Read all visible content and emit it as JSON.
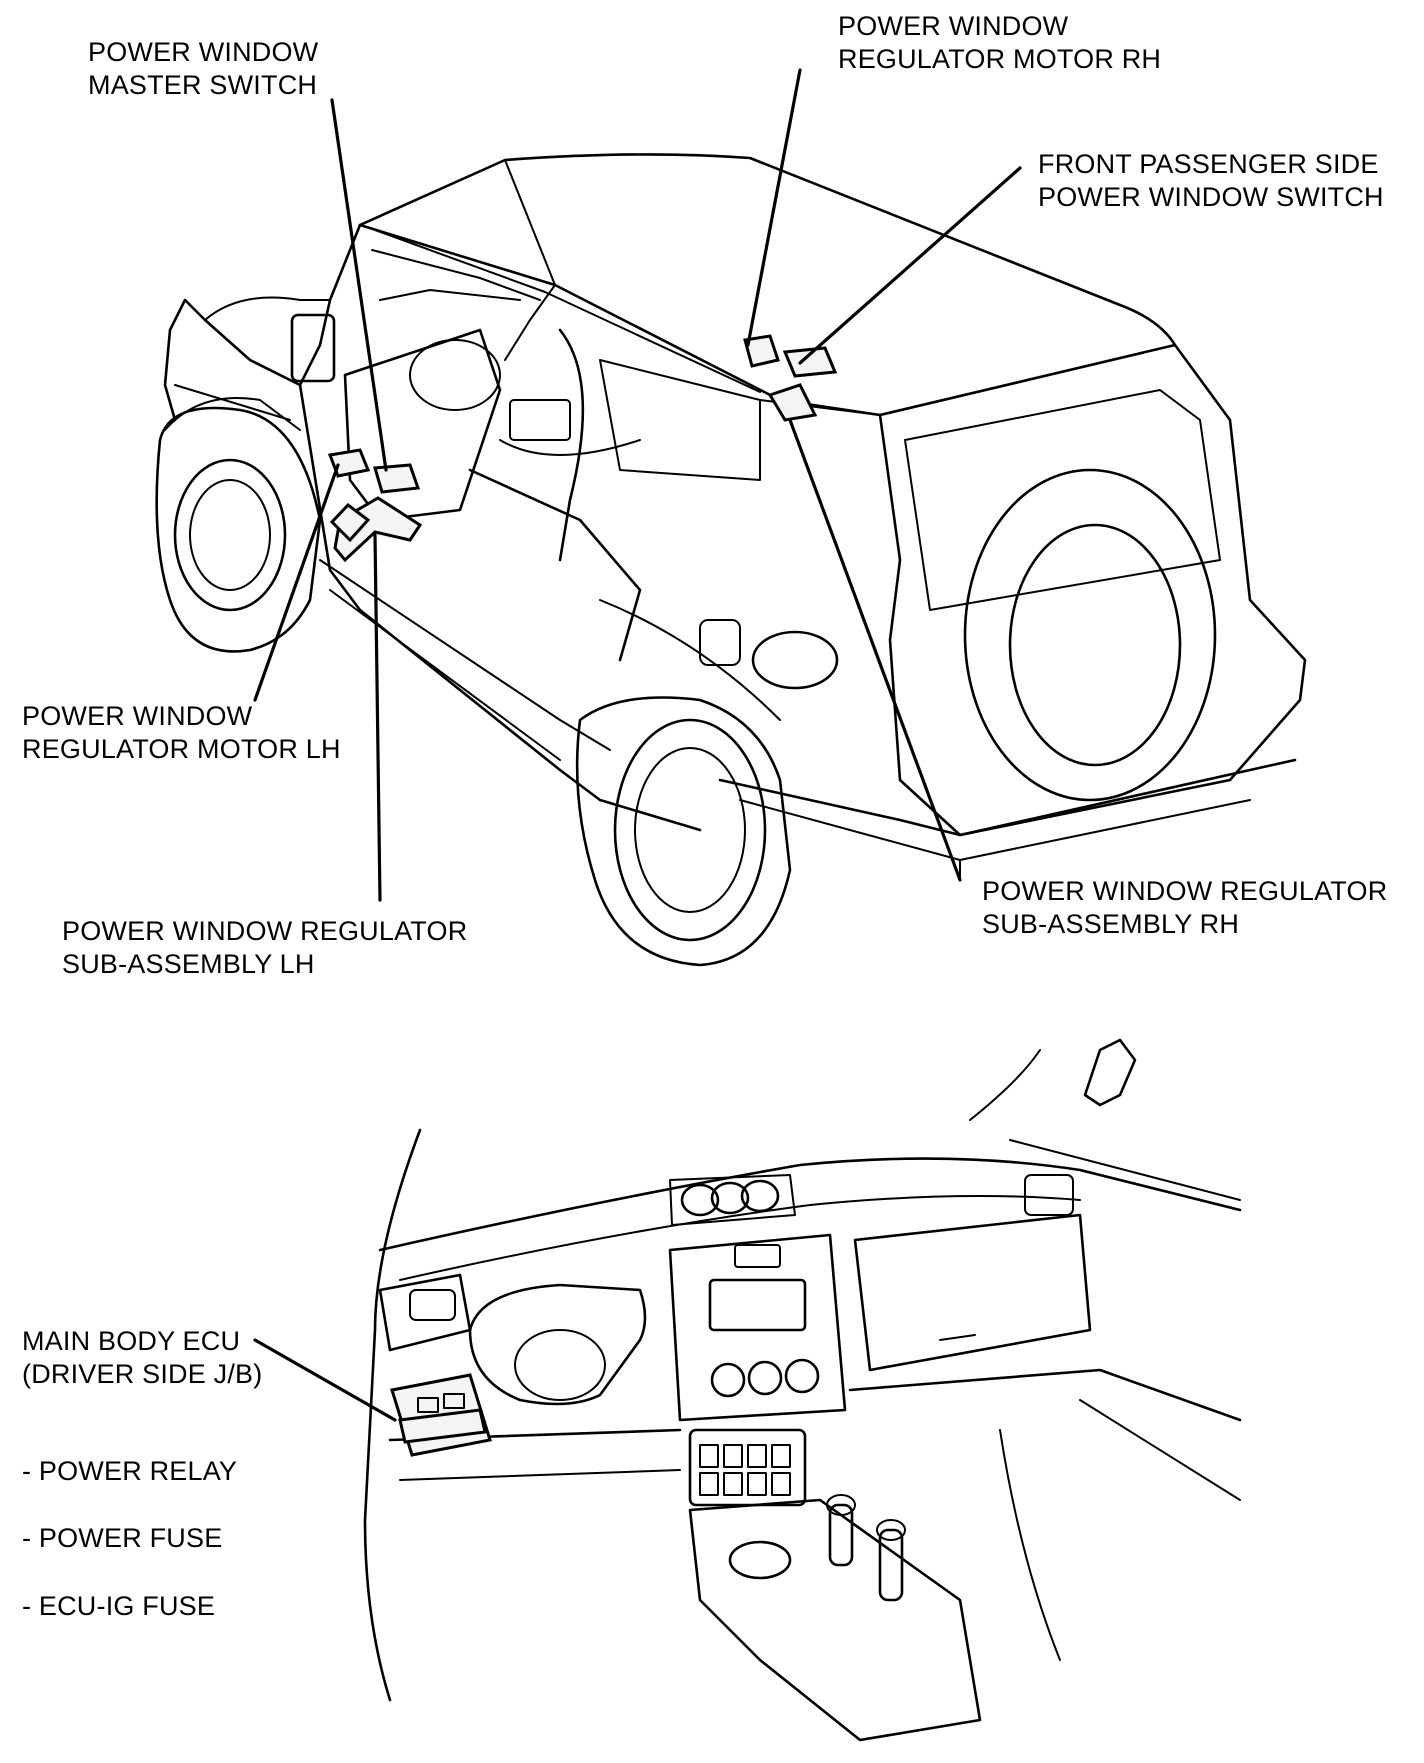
{
  "diagram": {
    "callouts": {
      "master_switch": [
        "POWER WINDOW",
        "MASTER SWITCH"
      ],
      "motor_rh": [
        "POWER WINDOW",
        "REGULATOR MOTOR RH"
      ],
      "passenger_switch": [
        "FRONT PASSENGER SIDE",
        "POWER WINDOW SWITCH"
      ],
      "motor_lh": [
        "POWER WINDOW",
        "REGULATOR MOTOR LH"
      ],
      "regulator_lh": [
        "POWER WINDOW REGULATOR",
        "SUB-ASSEMBLY LH"
      ],
      "regulator_rh": [
        "POWER WINDOW REGULATOR",
        "SUB-ASSEMBLY RH"
      ],
      "main_body_ecu": [
        "MAIN BODY ECU",
        "(DRIVER SIDE J/B)"
      ]
    },
    "ecu_items": [
      "- POWER RELAY",
      "- POWER FUSE",
      "- ECU-IG FUSE"
    ]
  }
}
